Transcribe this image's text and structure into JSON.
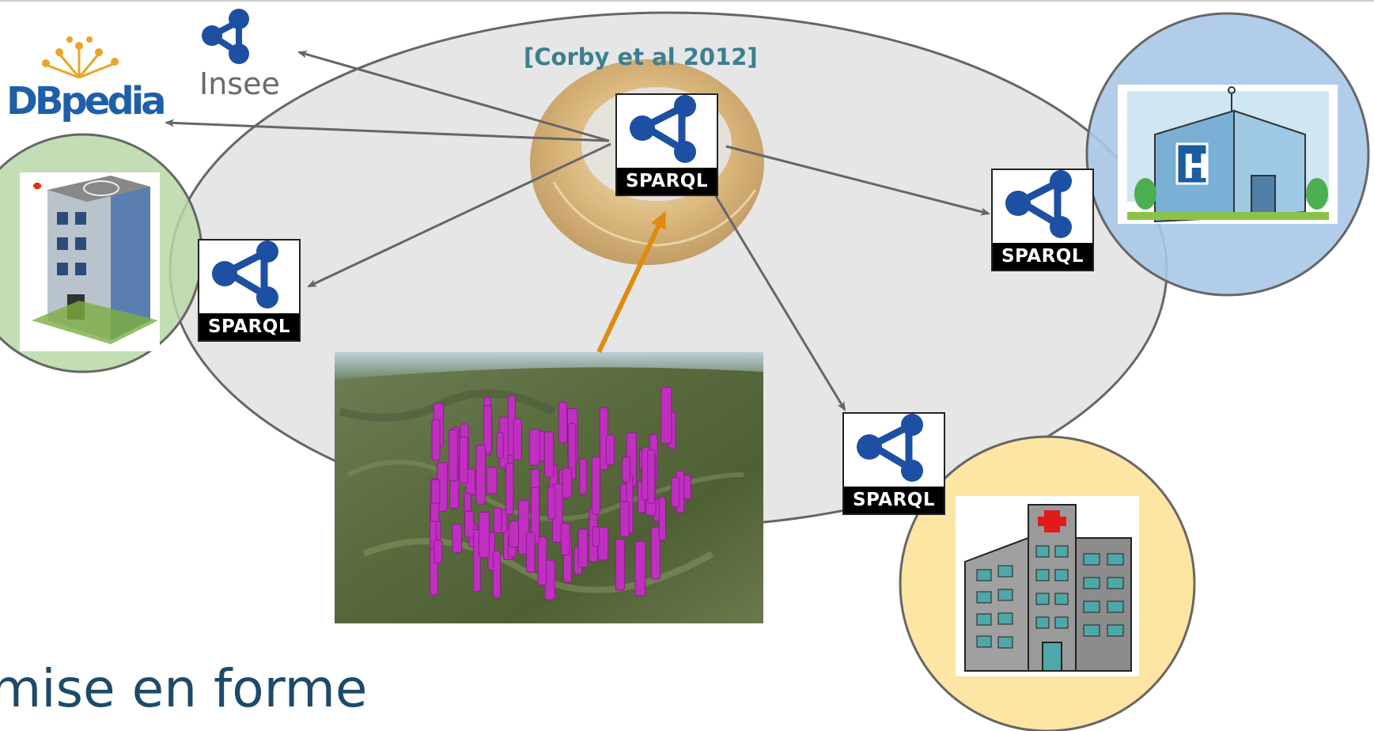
{
  "citation": "[Corby et al 2012]",
  "logos": {
    "dbpedia": "DBpedia",
    "insee": "Insee"
  },
  "sparql_label": "SPARQL",
  "bottom_title": "mise en forme",
  "colors": {
    "federation_ellipse": "#e6e6e6",
    "green_circle": "#b8d8a8",
    "blue_circle": "#a9c8e8",
    "yellow_circle": "#fde6a3",
    "arrow": "#666666",
    "orange_arrow": "#e08a10",
    "sparql_blue": "#1d4fa3",
    "ring_gold": "#d4a55a",
    "bars": "#c02fc0",
    "title": "#1d4a6a",
    "citation": "#3b7f8f"
  },
  "icons": [
    "sparql-icon",
    "hospital-icon",
    "ring-icon",
    "dbpedia-icon",
    "insee-icon",
    "map-visualization"
  ]
}
